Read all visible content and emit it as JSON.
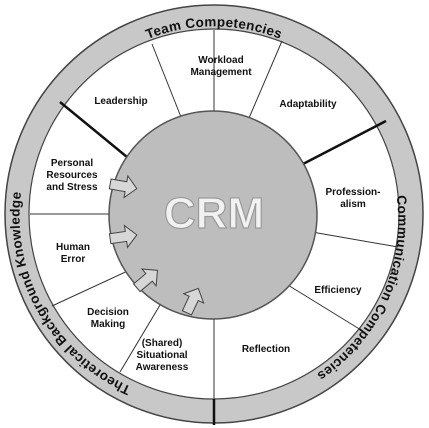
{
  "center": {
    "label": "CRM"
  },
  "ring": {
    "top": "Team Competencies",
    "right": "Communication Competencies",
    "left": "Theoretical Background Knowledge"
  },
  "segments": [
    {
      "id": "workload",
      "lines": [
        "Workload",
        "Management"
      ]
    },
    {
      "id": "adaptability",
      "lines": [
        "Adaptability"
      ]
    },
    {
      "id": "professionalism",
      "lines": [
        "Profession-",
        "alism"
      ]
    },
    {
      "id": "efficiency",
      "lines": [
        "Efficiency"
      ]
    },
    {
      "id": "reflection",
      "lines": [
        "Reflection"
      ]
    },
    {
      "id": "situational",
      "lines": [
        "(Shared)",
        "Situational",
        "Awareness"
      ]
    },
    {
      "id": "decision",
      "lines": [
        "Decision",
        "Making"
      ]
    },
    {
      "id": "human-error",
      "lines": [
        "Human",
        "Error"
      ]
    },
    {
      "id": "personal",
      "lines": [
        "Personal",
        "Resources",
        "and Stress"
      ]
    },
    {
      "id": "leadership",
      "lines": [
        "Leadership"
      ]
    }
  ],
  "colors": {
    "ring": "#c8c8c8",
    "hub": "#bdbdbd",
    "segment_fill": "#ffffff",
    "line": "#333333",
    "arrow": "#d7d7d7"
  }
}
